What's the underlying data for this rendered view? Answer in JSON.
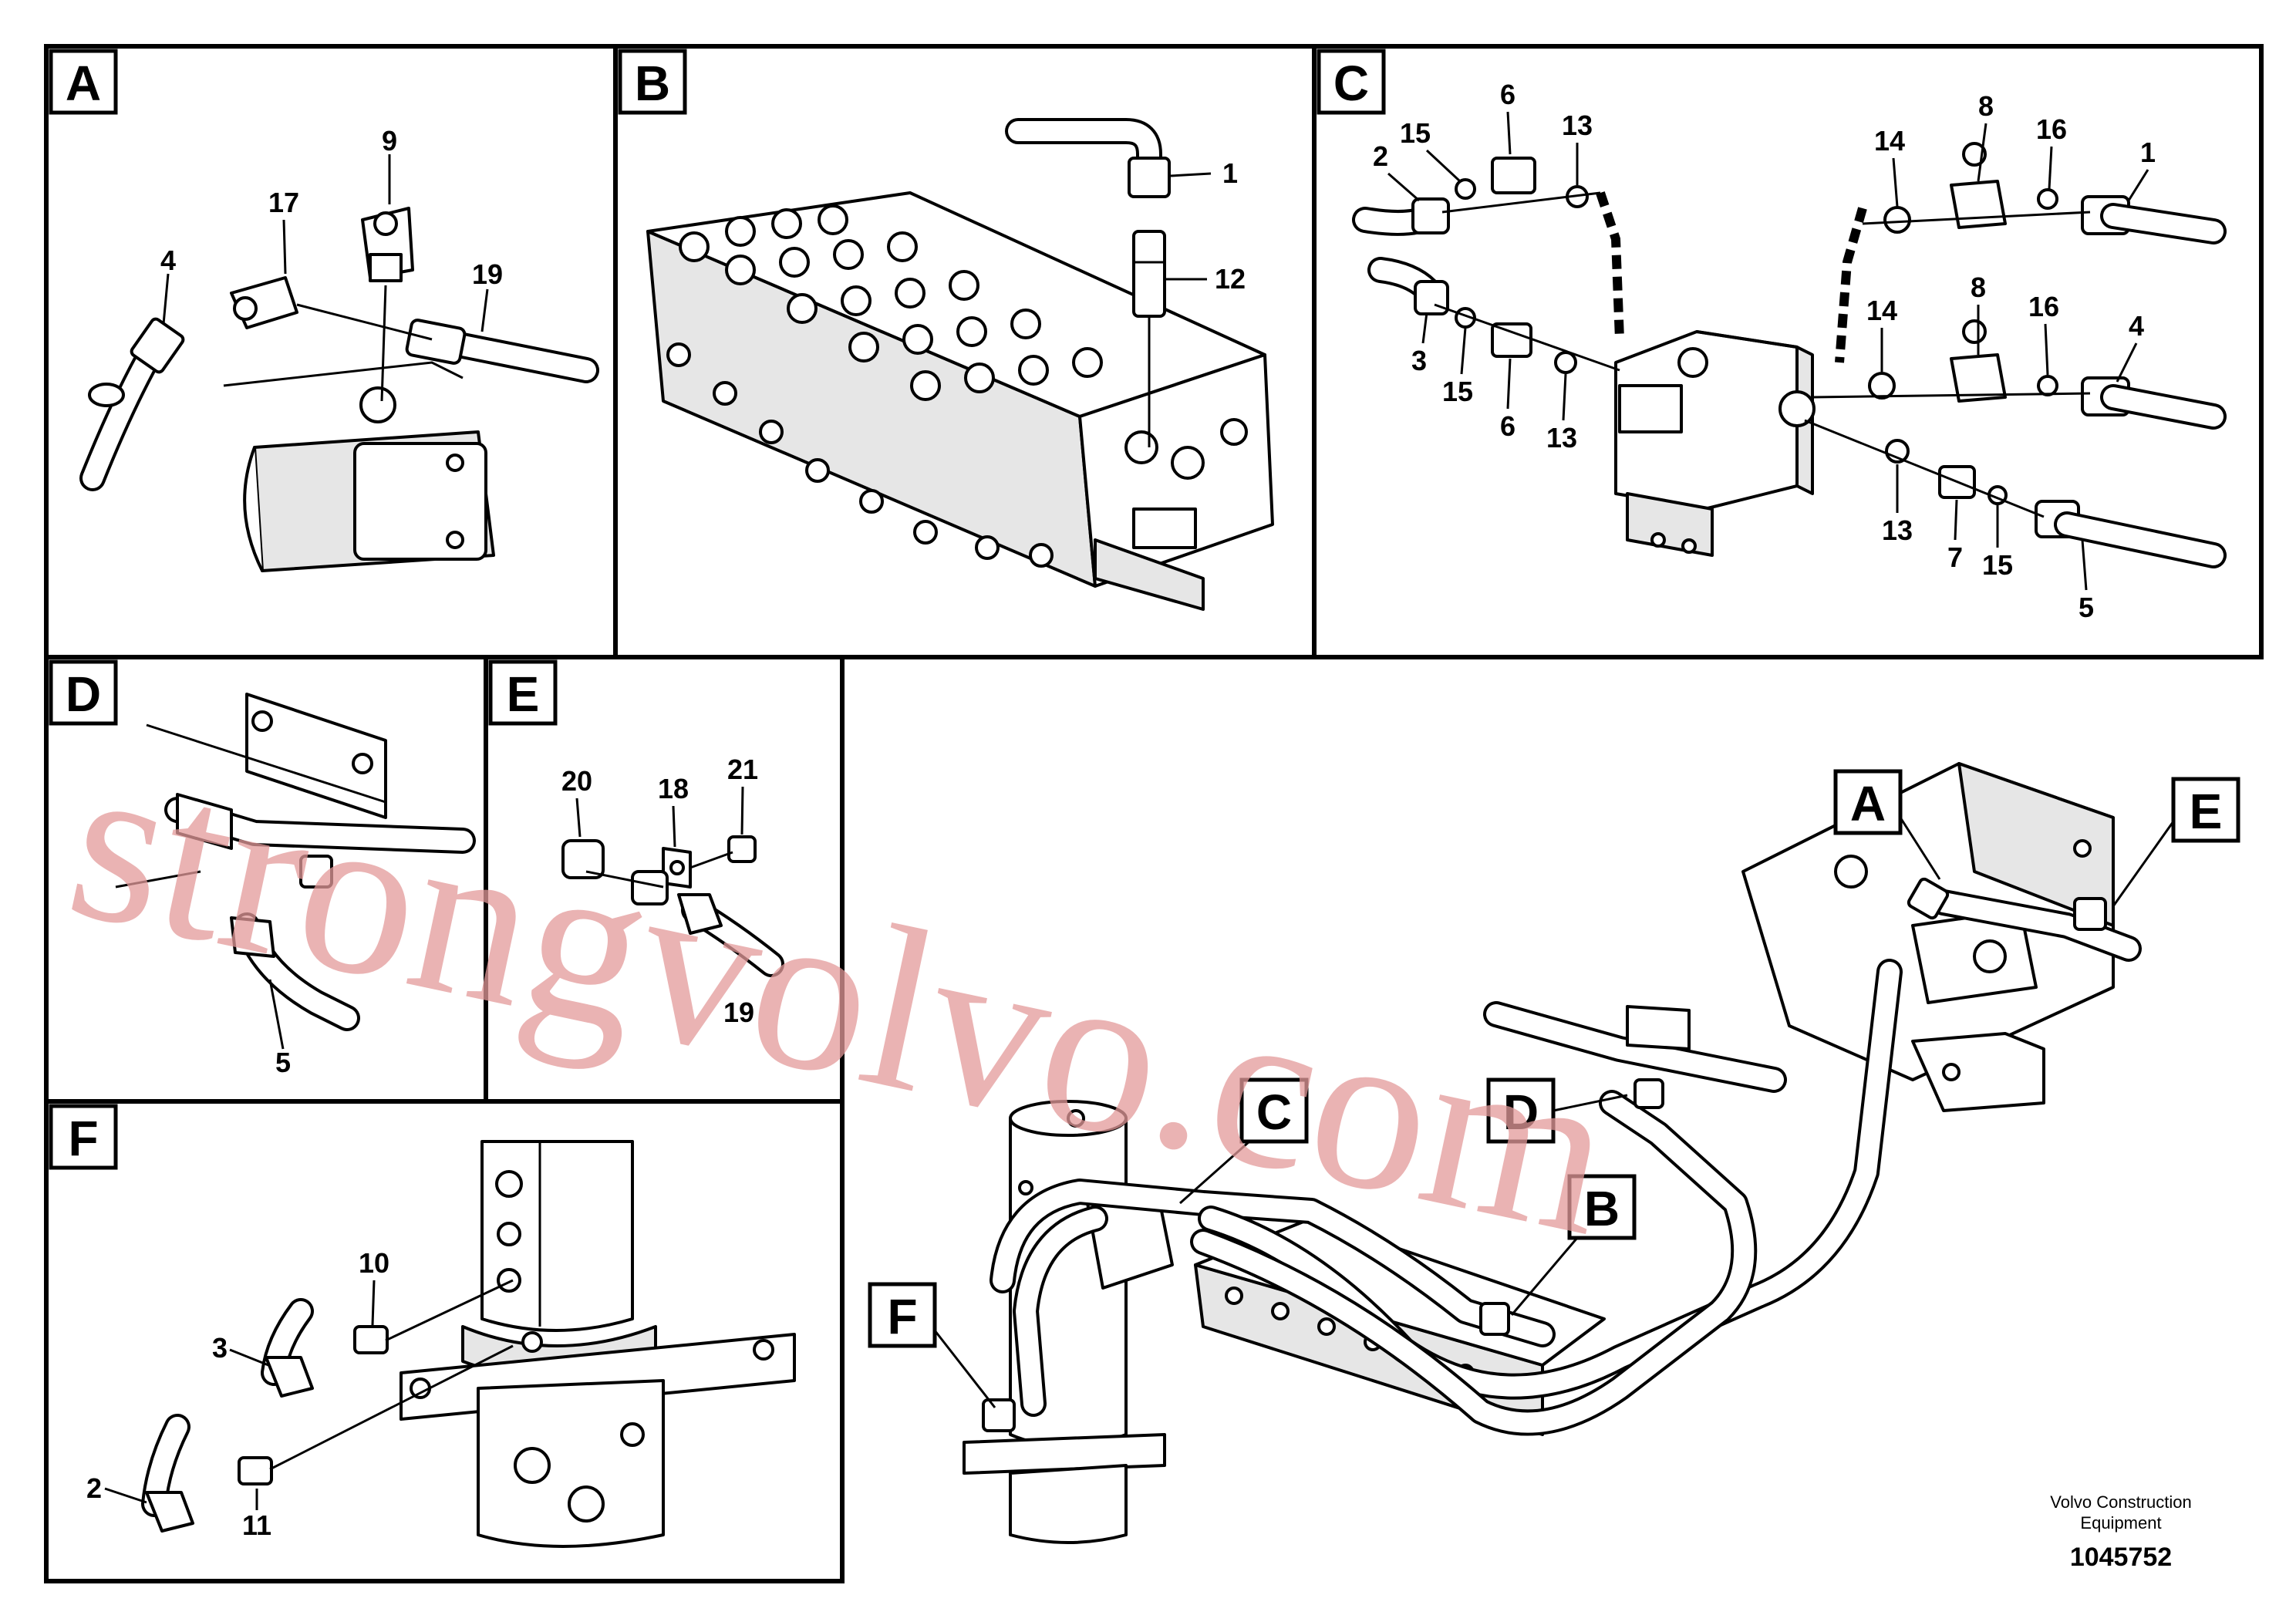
{
  "panels": {
    "A": {
      "label": "A",
      "callouts": [
        "9",
        "17",
        "4",
        "19"
      ]
    },
    "B": {
      "label": "B",
      "callouts": [
        "1",
        "12"
      ]
    },
    "C": {
      "label": "C",
      "callouts": [
        "6",
        "13",
        "15",
        "2",
        "3",
        "15",
        "6",
        "13",
        "14",
        "8",
        "16",
        "1",
        "14",
        "8",
        "16",
        "4",
        "13",
        "7",
        "15",
        "5"
      ]
    },
    "D": {
      "label": "D",
      "callouts": [
        "5"
      ]
    },
    "E": {
      "label": "E",
      "callouts": [
        "20",
        "18",
        "21",
        "19"
      ]
    },
    "F": {
      "label": "F",
      "callouts": [
        "10",
        "3",
        "2",
        "11"
      ]
    }
  },
  "overview_labels": [
    "A",
    "E",
    "C",
    "D",
    "B",
    "F"
  ],
  "watermark": "strongvolvo.com",
  "footer": {
    "brand_line1": "Volvo Construction",
    "brand_line2": "Equipment",
    "doc_number": "1045752"
  }
}
